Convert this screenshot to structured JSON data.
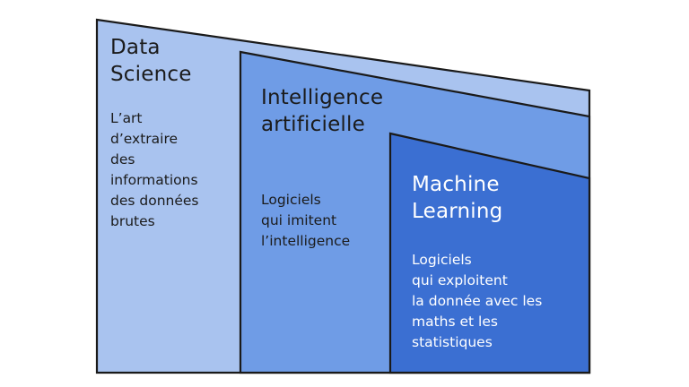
{
  "colors": {
    "outline": "#1a1a1a",
    "data_science_fill": "#a9c3ef",
    "ai_fill": "#6f9ce6",
    "ml_fill": "#3b6fd2",
    "text_dark": "#1b1b1b",
    "text_light": "#ffffff"
  },
  "layers": {
    "data_science": {
      "title": "Data\nScience",
      "description": "L’art\nd’extraire\ndes\ninformations\ndes données\nbrutes"
    },
    "ai": {
      "title": "Intelligence\nartificielle",
      "description": "Logiciels\nqui imitent\nl’intelligence"
    },
    "ml": {
      "title": "Machine\nLearning",
      "description": "Logiciels\nqui exploitent\nla donnée avec les\nmaths et les\nstatistiques"
    }
  }
}
